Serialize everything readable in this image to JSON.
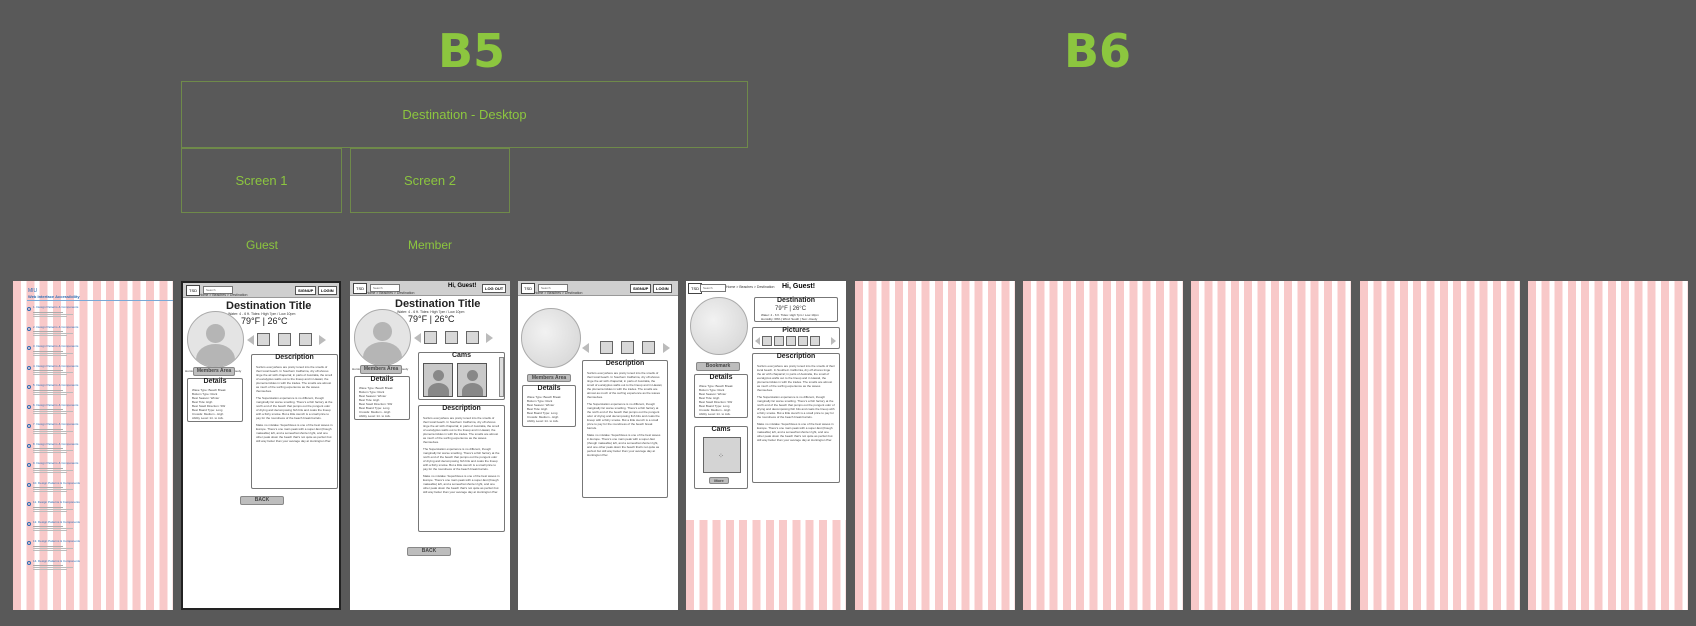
{
  "sections": {
    "b5": "B5",
    "b6": "B6"
  },
  "groups": {
    "destination": "Destination - Desktop",
    "screen1": "Screen 1",
    "screen2": "Screen 2",
    "guest": "Guest",
    "member": "Member"
  },
  "board1": {
    "header_a": "MIU",
    "header_b": "Web Interface Accessibility",
    "items": [
      "1. Design Patterns & Components",
      "2. Design Patterns & Components",
      "3. Design Patterns & Components",
      "4. Design Patterns & Components",
      "5. Design Patterns & Components",
      "6. Design Patterns & Components",
      "7. Design Patterns & Components",
      "8. Design Patterns & Components",
      "9. Design Patterns & Components",
      "10. Design Patterns & Components",
      "11. Design Patterns & Components",
      "12. Design Patterns & Components",
      "13. Design Patterns & Components",
      "14. Design Patterns & Components"
    ]
  },
  "common": {
    "search": "Search",
    "logo": "TSD",
    "signup": "SIGNUP",
    "login": "LOGIN",
    "logout": "LOG OUT",
    "breadcrumb": "Home > Beaches > Destination",
    "title": "Destination Title",
    "weather": "Water: 4 - 6 ft.   Tides: High 7pm / Low 10pm",
    "temp": "79°F | 26°C",
    "rating": "Humidity: 69% | Wind: South | Sun: cloudy",
    "members_area": "Members Area",
    "details": "Details",
    "description": "Description",
    "cams": "Cams",
    "pictures": "Pictures",
    "back": "BACK",
    "hi_guest": "Hi, Guest!",
    "bookmark": "Bookmark",
    "more": "More",
    "destination": "Destination",
    "details_lines": [
      "Wave Type: Beach Break",
      "Bottom Type: Rock",
      "Best Season: Winter",
      "Best Tide: High",
      "Best Swell Direction: SW",
      "Best Board Type: Long",
      "Crowds: Medium - High",
      "Ability Level: Int. to Adv."
    ],
    "desc_p1": "Surfers everywhere are pretty tuned into the smells of their local beach. In Southern California, dry off-shores tinge the air with chaparral; in parts of Australia, the smell of eucalyptus wafts out to the lineup and in Hawaii, the plumeria tickles in with the trades. The smells are almost as much of the surfing experience as the waves themselves.",
    "desc_p2": "The Superstation experience is no different, though marginally far worse smelling. There's a fish factory at the north end of the beach that pumps out the pungent odor of drying and decomposing fish bits and coats the lineup with a fishy smoke. But a little stench is a small price to pay for the roundness of the beach break barrels.",
    "desc_p3": "Make no mistake: Superbitoes is one of the best waves in Europe. There's one main peak with a super-fast (though makeable) left, and a somewhat shorter right, and one other peak down the beach that's not quite as perfect but still way better than your average day at Huntington Pier."
  }
}
